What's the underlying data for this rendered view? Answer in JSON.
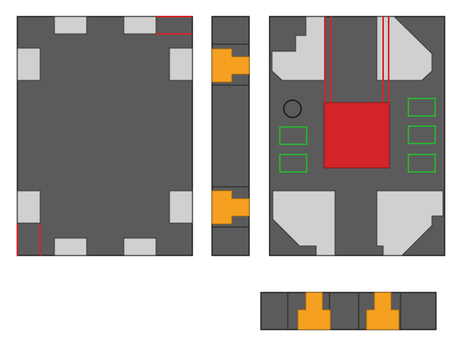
{
  "title": "",
  "colors": {
    "background": "#ffffff",
    "body": "#5b5b5b",
    "outline": "#1f1f1f",
    "pad": "#d0d0d0",
    "solder": "#f5a020",
    "thermal_pad": "#d4242a",
    "trace": "#d4242a",
    "marker_outline": "#22c02a",
    "pin1_mark": "#111111"
  },
  "views": [
    {
      "name": "top-view",
      "pads": 8
    },
    {
      "name": "side-view",
      "solder_joints": 2
    },
    {
      "name": "bottom-view",
      "corner_pads": 4,
      "thermal_pads": 1,
      "marker_outlines": 6,
      "pin1_marks": 1
    },
    {
      "name": "front-view",
      "solder_joints": 2
    }
  ]
}
